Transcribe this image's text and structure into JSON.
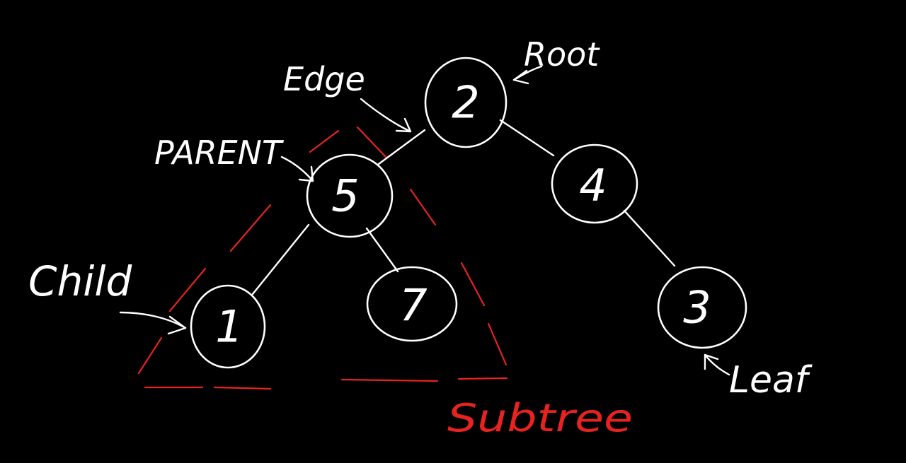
{
  "colors": {
    "background": "#000000",
    "ink": "#ffffff",
    "highlight": "#e8231f"
  },
  "tree": {
    "root": "2",
    "nodes": {
      "n2": "2",
      "n5": "5",
      "n4": "4",
      "n1": "1",
      "n7": "7",
      "n3": "3"
    }
  },
  "labels": {
    "root": "Root",
    "edge": "Edge",
    "parent": "PARENT",
    "child": "Child",
    "leaf": "Leaf",
    "subtree": "Subtree"
  }
}
